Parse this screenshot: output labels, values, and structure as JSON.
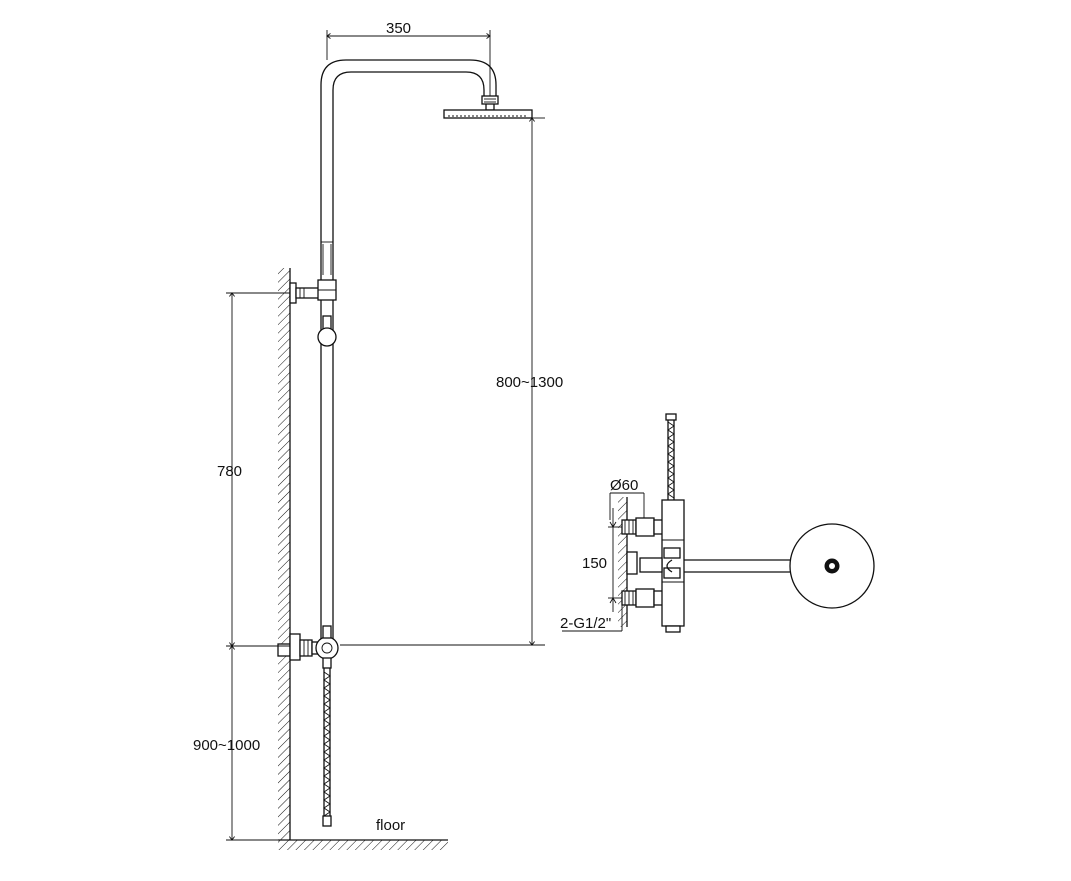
{
  "dimensions": {
    "arm_width": "350",
    "head_height": "800~1300",
    "bracket_spacing": "780",
    "mixer_height": "900~1000",
    "wall_plate_diameter": "Ø60",
    "inlet_spacing": "150",
    "inlet_thread": "2-G1/2\""
  },
  "labels": {
    "floor": "floor"
  }
}
